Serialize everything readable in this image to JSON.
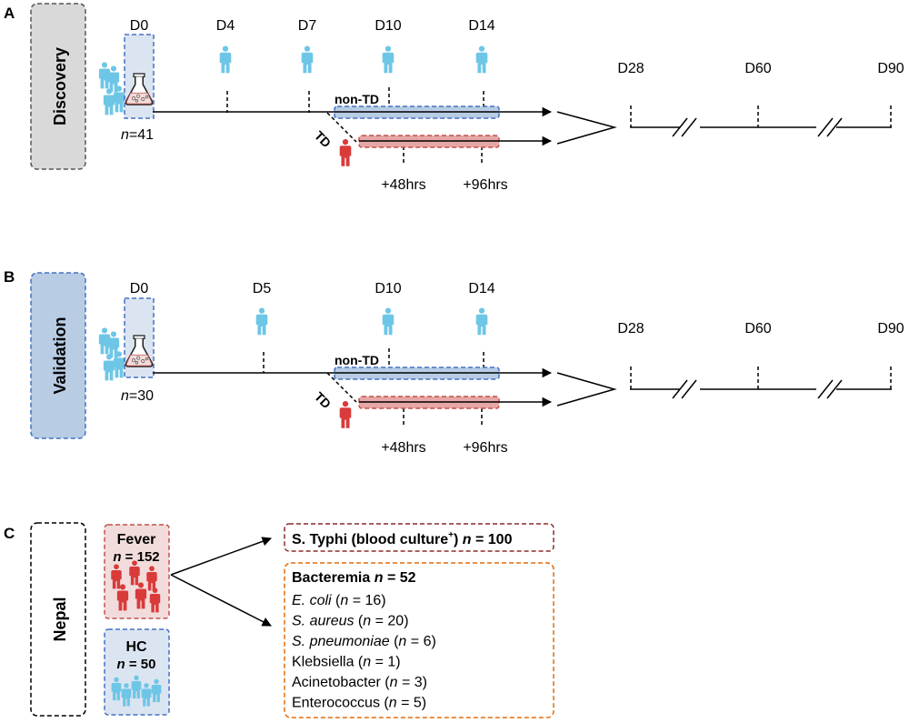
{
  "panels": {
    "A": {
      "letter": "A",
      "cohort": "Discovery",
      "enrolled_n": "41",
      "timepoints_top": [
        "D0",
        "D4",
        "D7",
        "D10",
        "D14"
      ],
      "timepoints_followup": [
        "D28",
        "D60",
        "D90"
      ],
      "non_td_label": "non-TD",
      "td_label": "TD",
      "td_times": [
        "+48hrs",
        "+96hrs"
      ]
    },
    "B": {
      "letter": "B",
      "cohort": "Validation",
      "enrolled_n": "30",
      "timepoints_top": [
        "D0",
        "D5",
        "D10",
        "D14"
      ],
      "timepoints_followup": [
        "D28",
        "D60",
        "D90"
      ],
      "non_td_label": "non-TD",
      "td_label": "TD",
      "td_times": [
        "+48hrs",
        "+96hrs"
      ]
    },
    "C": {
      "letter": "C",
      "cohort": "Nepal",
      "fever": {
        "label": "Fever",
        "n": "152"
      },
      "hc": {
        "label": "HC",
        "n": "50"
      },
      "typhi": {
        "name": "S. Typhi (blood culture",
        "superscript": "+",
        "close": ")",
        "n": "100"
      },
      "bacteremia": {
        "title": "Bacteremia",
        "n": "52",
        "organisms": [
          {
            "name": "E. coli",
            "n": "16",
            "italic": true
          },
          {
            "name": "S. aureus",
            "n": "20",
            "italic": true
          },
          {
            "name": "S. pneumoniae",
            "n": "6",
            "italic": true
          },
          {
            "name": "Klebsiella",
            "n": "1",
            "italic": false
          },
          {
            "name": "Acinetobacter",
            "n": "3",
            "italic": false
          },
          {
            "name": "Enterococcus",
            "n": "5",
            "italic": false
          }
        ]
      }
    }
  },
  "colors": {
    "blue_person": "#6ec6e6",
    "red_person": "#d93b3b",
    "blue_box_fill": "#dbe5f1",
    "blue_box_stroke": "#4472c4",
    "red_box_fill": "#f2dcdb",
    "red_box_stroke": "#c0504d",
    "discovery_fill": "#d9d9d9",
    "validation_fill": "#b8cce4",
    "typhi_stroke": "#8b2c2c",
    "bacteremia_stroke": "#e36c09"
  }
}
